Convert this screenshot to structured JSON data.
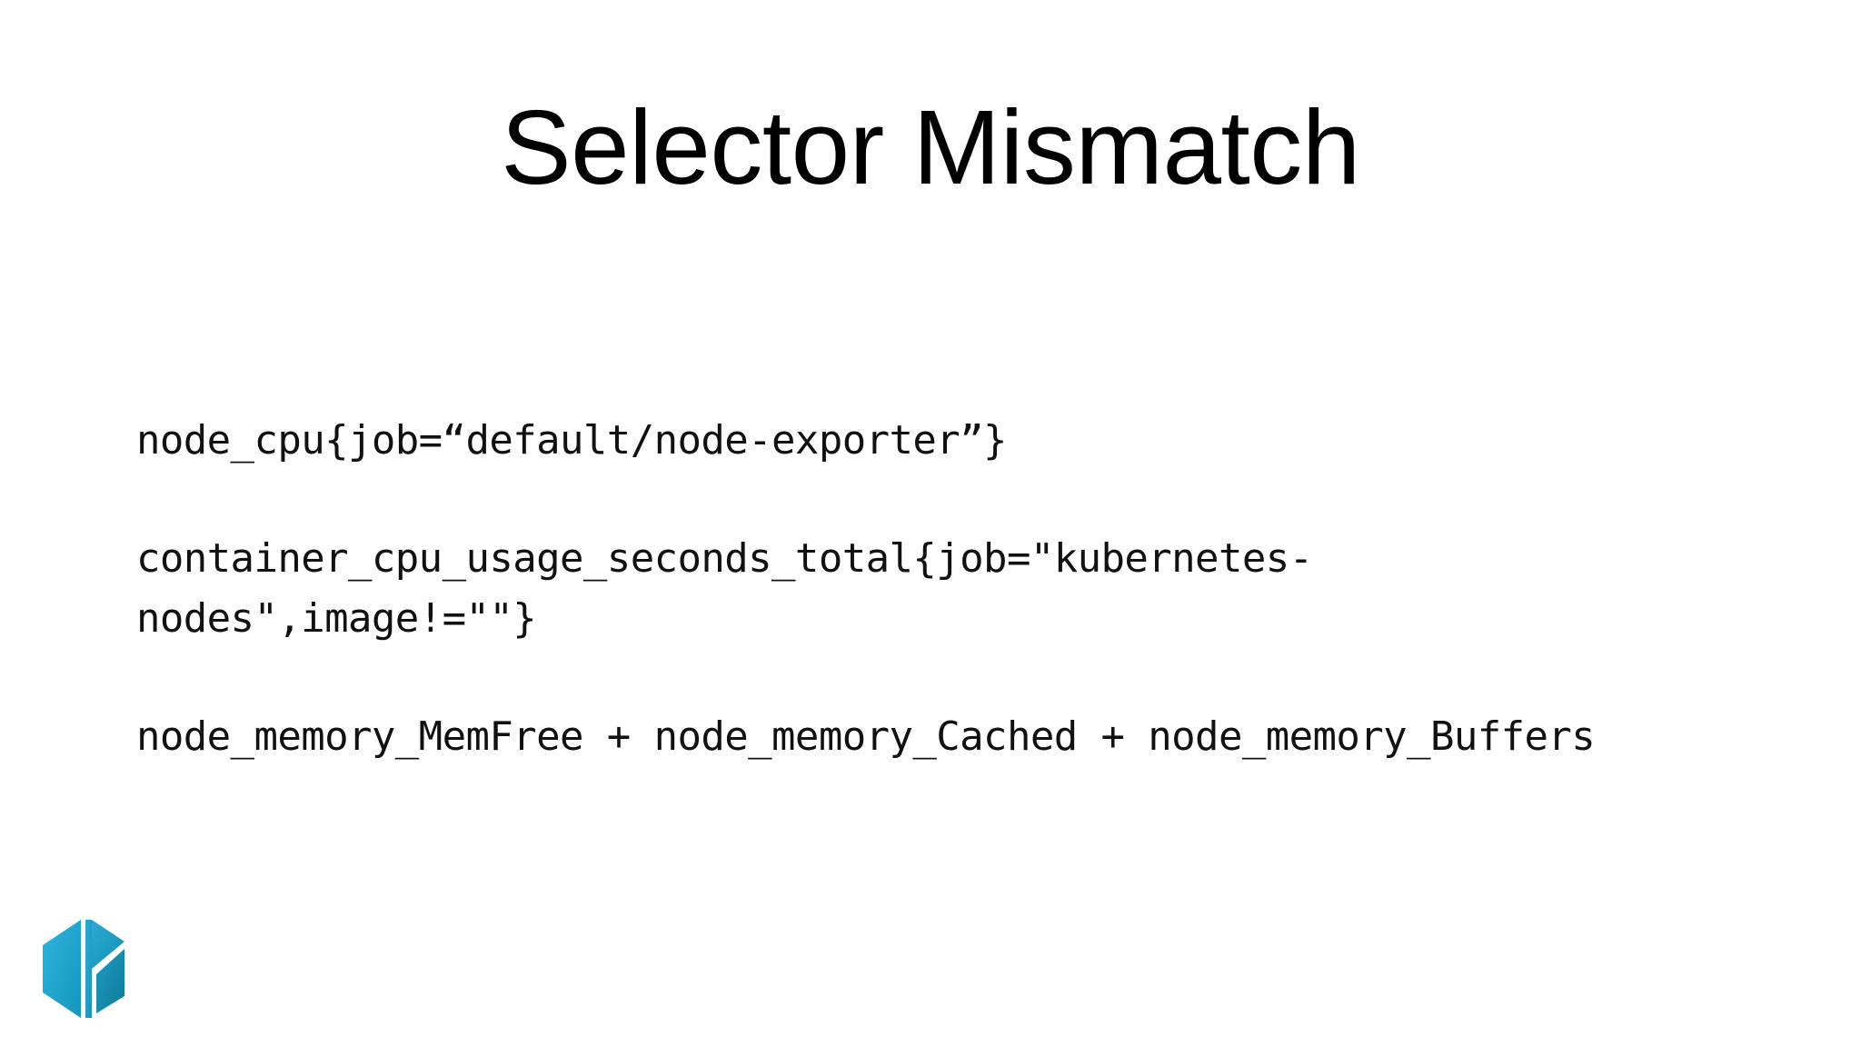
{
  "slide": {
    "title": "Selector Mismatch",
    "background_color": "#ffffff",
    "text_color": "#000000"
  },
  "code_blocks": [
    {
      "name": "node-cpu-query",
      "lines": [
        "node_cpu{job=“default/node-exporter”}"
      ]
    },
    {
      "name": "container-cpu-usage-query",
      "lines": [
        "container_cpu_usage_seconds_total{job=\"kubernetes-nodes\",image!=\"\"}"
      ]
    },
    {
      "name": "node-memory-query",
      "lines": [
        "node_memory_MemFree + node_memory_Cached + node_memory_Buffers"
      ]
    }
  ],
  "logo": {
    "name": "kausal-hexagon-k-logo",
    "color_light": "#2BACD6",
    "color_mid": "#1E9CC4",
    "color_dark": "#12849F",
    "color_deep": "#0E7A96"
  }
}
